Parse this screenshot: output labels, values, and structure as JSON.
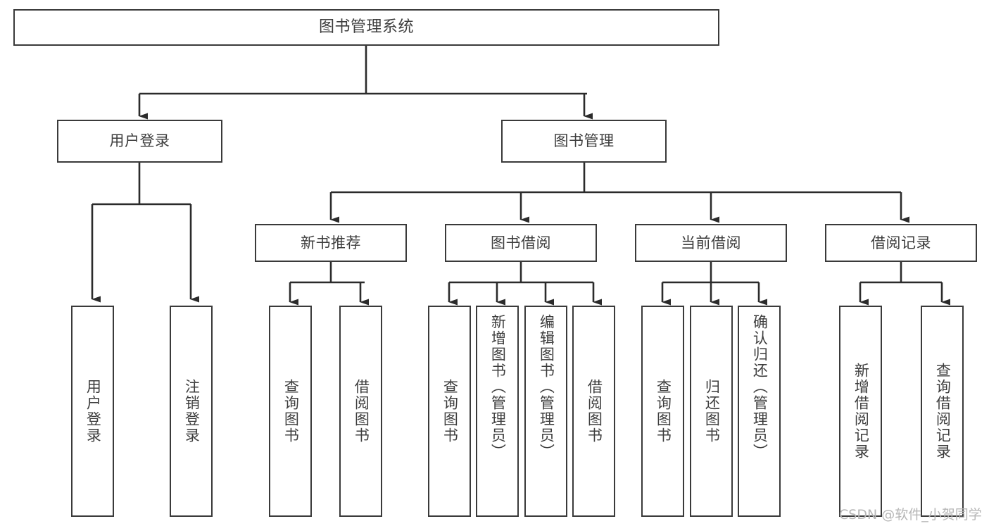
{
  "diagram": {
    "title": "图书管理系统",
    "type": "tree-hierarchy-chart",
    "colors": {
      "box_border": "#3a3a3a",
      "box_fill": "#ffffff",
      "connector": "#2b2b2b",
      "text": "#3d3d3d",
      "watermark": "#b6b6b6",
      "background": "#ffffff"
    },
    "root": {
      "label": "图书管理系统"
    },
    "level2": [
      {
        "label": "用户登录"
      },
      {
        "label": "图书管理"
      }
    ],
    "level3": [
      {
        "label": "新书推荐"
      },
      {
        "label": "图书借阅"
      },
      {
        "label": "当前借阅"
      },
      {
        "label": "借阅记录"
      }
    ],
    "leaves": {
      "user_login": [
        {
          "label": "用户登录"
        },
        {
          "label": "注销登录"
        }
      ],
      "new_book_recommend": [
        {
          "label": "查询图书"
        },
        {
          "label": "借阅图书"
        }
      ],
      "book_borrow": [
        {
          "label": "查询图书"
        },
        {
          "label": "新增图书（管理员）"
        },
        {
          "label": "编辑图书（管理员）"
        },
        {
          "label": "借阅图书"
        }
      ],
      "current_borrow": [
        {
          "label": "查询图书"
        },
        {
          "label": "归还图书"
        },
        {
          "label": "确认归还（管理员）"
        }
      ],
      "borrow_record": [
        {
          "label": "新增借阅记录"
        },
        {
          "label": "查询借阅记录"
        }
      ]
    },
    "watermark": "CSDN @软件_小贺同学"
  }
}
